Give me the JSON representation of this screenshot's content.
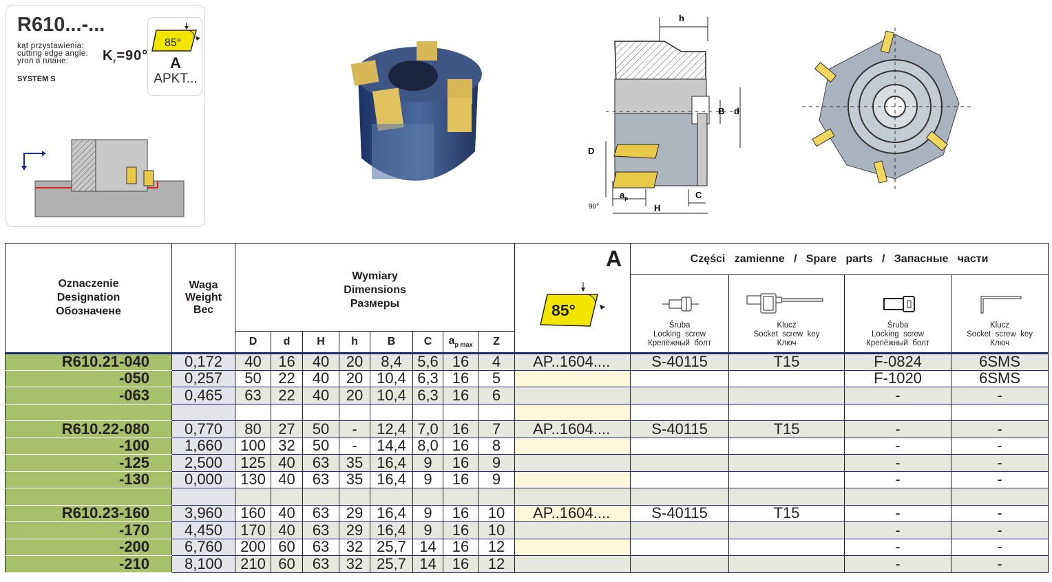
{
  "info": {
    "title": "R610...-...",
    "angle_label_pl": "kąt przystawienia:",
    "angle_label_en": "cutting edge angle:",
    "angle_label_ru": "угол в плане:",
    "kr_symbol": "K",
    "kr_sub": "r",
    "kr_value": "=90°",
    "system": "SYSTEM S",
    "insert_angle": "85°",
    "insert_letter": "A",
    "insert_code": "APKT..."
  },
  "drawing": {
    "labels": {
      "h": "h",
      "B": "B",
      "d": "d",
      "D": "D",
      "C": "C",
      "H": "H",
      "ap": "a",
      "ap_sub": "p",
      "angle": "90°"
    }
  },
  "table": {
    "designation_header": [
      "Oznaczenie",
      "Designation",
      "Обозначене"
    ],
    "weight_header": [
      "Waga",
      "Weight",
      "Вес"
    ],
    "dims_header": [
      "Wymiary",
      "Dimensions",
      "Размеры"
    ],
    "dim_cols": [
      "D",
      "d",
      "H",
      "h",
      "B",
      "C",
      "a",
      "Z"
    ],
    "ap_sub": "p max",
    "insert_letter": "A",
    "insert_angle": "85°",
    "spare_header": "Części   zamienne   /   Spare   parts   /   Запасные   части",
    "spare_cols": [
      {
        "l1": "Śruba",
        "l2": "Locking  screw",
        "l3": "Крепёжный  болт"
      },
      {
        "l1": "Klucz",
        "l2": "Socket  screw  key",
        "l3": "Ключ"
      },
      {
        "l1": "Śruba",
        "l2": "Locking  screw",
        "l3": "Крепёжный  болт"
      },
      {
        "l1": "Klucz",
        "l2": "Socket  screw  key",
        "l3": "Ключ"
      }
    ],
    "rows": [
      {
        "des": "R610.21-040",
        "w": "0,172",
        "D": "40",
        "d": "16",
        "H": "40",
        "h": "20",
        "B": "8,4",
        "C": "5,6",
        "ap": "16",
        "Z": "4",
        "ins": "AP..1604....",
        "s1": "S-40115",
        "k1": "T15",
        "s2": "F-0824",
        "k2": "6SMS"
      },
      {
        "des": "-050",
        "w": "0,257",
        "D": "50",
        "d": "22",
        "H": "40",
        "h": "20",
        "B": "10,4",
        "C": "6,3",
        "ap": "16",
        "Z": "5",
        "ins": "",
        "s1": "",
        "k1": "",
        "s2": "F-1020",
        "k2": "6SMS"
      },
      {
        "des": "-063",
        "w": "0,465",
        "D": "63",
        "d": "22",
        "H": "40",
        "h": "20",
        "B": "10,4",
        "C": "6,3",
        "ap": "16",
        "Z": "6",
        "ins": "",
        "s1": "",
        "k1": "",
        "s2": "-",
        "k2": "-"
      },
      {
        "des": "",
        "w": "",
        "D": "",
        "d": "",
        "H": "",
        "h": "",
        "B": "",
        "C": "",
        "ap": "",
        "Z": "",
        "ins": "",
        "s1": "",
        "k1": "",
        "s2": "",
        "k2": ""
      },
      {
        "des": "R610.22-080",
        "w": "0,770",
        "D": "80",
        "d": "27",
        "H": "50",
        "h": "-",
        "B": "12,4",
        "C": "7,0",
        "ap": "16",
        "Z": "7",
        "ins": "AP..1604....",
        "s1": "S-40115",
        "k1": "T15",
        "s2": "-",
        "k2": "-"
      },
      {
        "des": "-100",
        "w": "1,660",
        "D": "100",
        "d": "32",
        "H": "50",
        "h": "-",
        "B": "14,4",
        "C": "8,0",
        "ap": "16",
        "Z": "8",
        "ins": "",
        "s1": "",
        "k1": "",
        "s2": "-",
        "k2": "-"
      },
      {
        "des": "-125",
        "w": "2,500",
        "D": "125",
        "d": "40",
        "H": "63",
        "h": "35",
        "B": "16,4",
        "C": "9",
        "ap": "16",
        "Z": "9",
        "ins": "",
        "s1": "",
        "k1": "",
        "s2": "-",
        "k2": "-"
      },
      {
        "des": "-130",
        "w": "0,000",
        "D": "130",
        "d": "40",
        "H": "63",
        "h": "35",
        "B": "16,4",
        "C": "9",
        "ap": "16",
        "Z": "9",
        "ins": "",
        "s1": "",
        "k1": "",
        "s2": "-",
        "k2": "-"
      },
      {
        "des": "",
        "w": "",
        "D": "",
        "d": "",
        "H": "",
        "h": "",
        "B": "",
        "C": "",
        "ap": "",
        "Z": "",
        "ins": "",
        "s1": "",
        "k1": "",
        "s2": "",
        "k2": ""
      },
      {
        "des": "R610.23-160",
        "w": "3,960",
        "D": "160",
        "d": "40",
        "H": "63",
        "h": "29",
        "B": "16,4",
        "C": "9",
        "ap": "16",
        "Z": "10",
        "ins": "AP..1604....",
        "s1": "S-40115",
        "k1": "T15",
        "s2": "-",
        "k2": "-"
      },
      {
        "des": "-170",
        "w": "4,450",
        "D": "170",
        "d": "40",
        "H": "63",
        "h": "29",
        "B": "16,4",
        "C": "9",
        "ap": "16",
        "Z": "10",
        "ins": "",
        "s1": "",
        "k1": "",
        "s2": "-",
        "k2": "-"
      },
      {
        "des": "-200",
        "w": "6,760",
        "D": "200",
        "d": "60",
        "H": "63",
        "h": "32",
        "B": "25,7",
        "C": "14",
        "ap": "16",
        "Z": "12",
        "ins": "",
        "s1": "",
        "k1": "",
        "s2": "-",
        "k2": "-"
      },
      {
        "des": "-210",
        "w": "8,100",
        "D": "210",
        "d": "60",
        "H": "63",
        "h": "32",
        "B": "25,7",
        "C": "14",
        "ap": "16",
        "Z": "12",
        "ins": "",
        "s1": "",
        "k1": "",
        "s2": "-",
        "k2": "-"
      }
    ]
  },
  "colors": {
    "designation_bg": "#a8c06c",
    "insert_yellow": "#f2e600",
    "row_line": "#1f2a6b",
    "insert_col_bg": "#fdf8dc"
  }
}
